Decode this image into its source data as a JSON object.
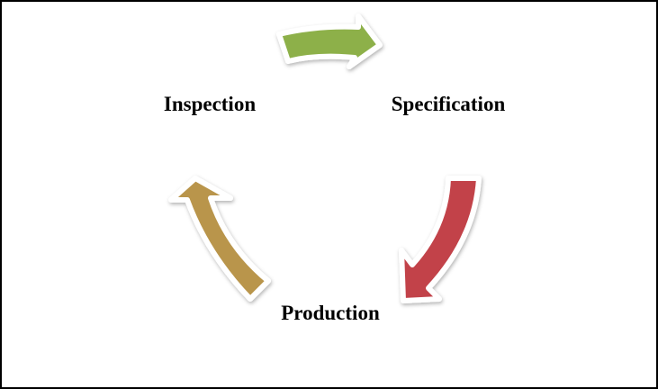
{
  "diagram": {
    "type": "cycle",
    "stages": [
      {
        "label": "Inspection"
      },
      {
        "label": "Specification"
      },
      {
        "label": "Production"
      }
    ],
    "arrows": [
      {
        "from": "Inspection",
        "to": "Specification",
        "color": "#8db04a"
      },
      {
        "from": "Specification",
        "to": "Production",
        "color": "#c2434a"
      },
      {
        "from": "Production",
        "to": "Inspection",
        "color": "#b9954c"
      }
    ]
  }
}
